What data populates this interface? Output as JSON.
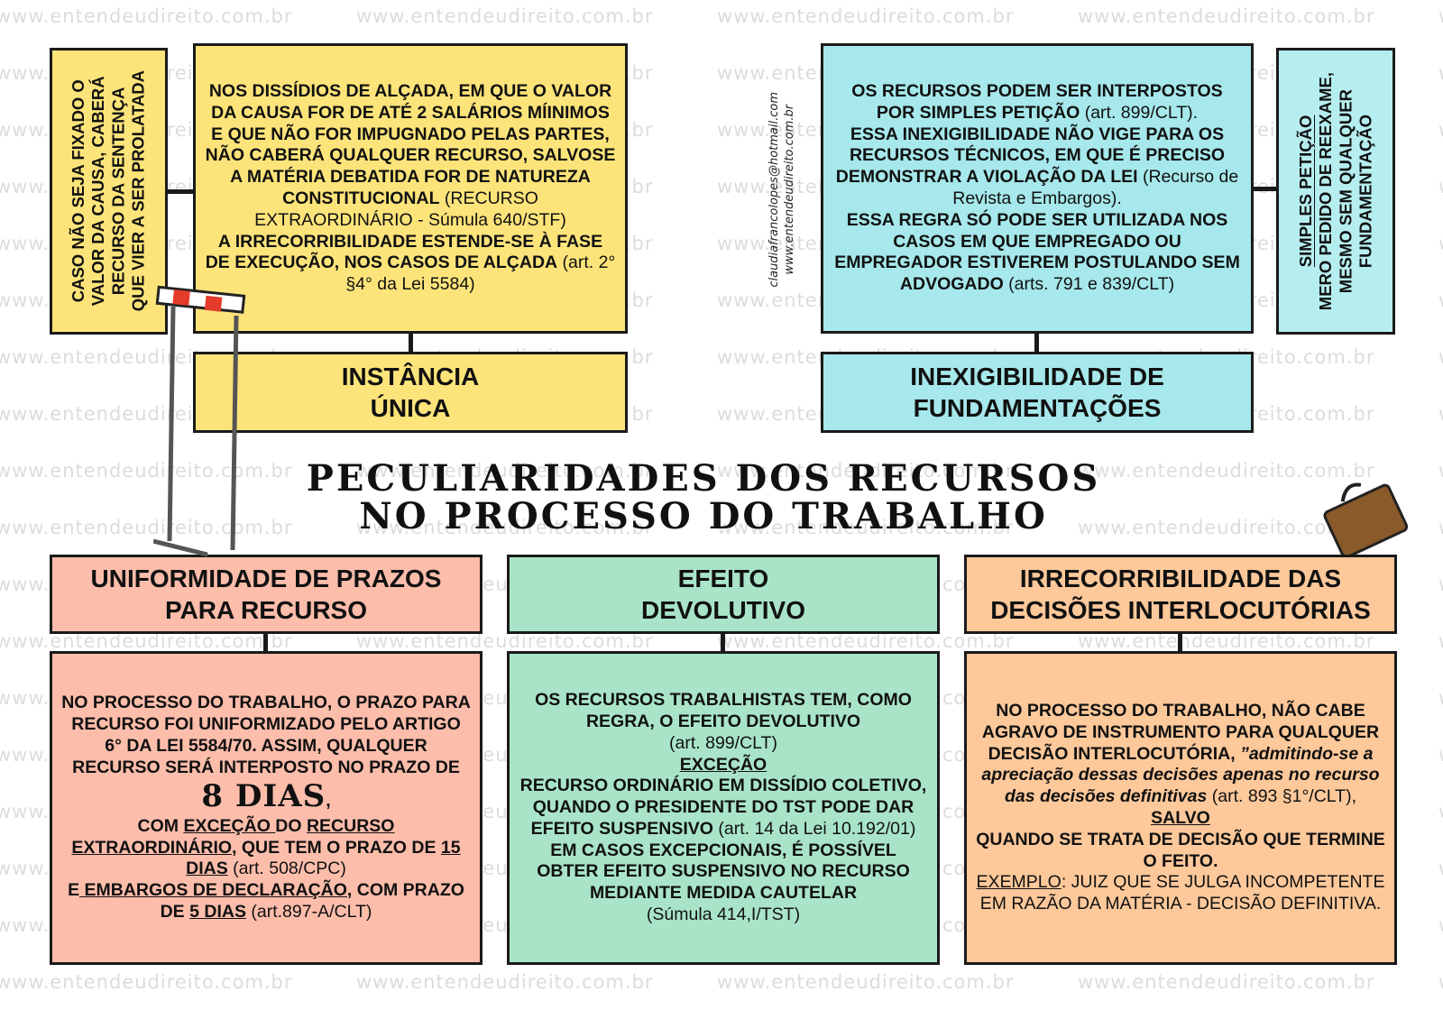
{
  "watermark": "www.entendeudireito.com.br",
  "credits": {
    "email": "claudiafrancolopes@hotmail.com",
    "site": "www.entendeudireito.com.br"
  },
  "main_title": {
    "line1": "PECULIARIDADES DOS RECURSOS",
    "line2": "NO PROCESSO DO TRABALHO"
  },
  "instancia_unica": {
    "side_note": [
      "CASO NÃO SEJA FIXADO O",
      "VALOR DA CAUSA, CABERÁ",
      "RECURSO DA SENTENÇA",
      "QUE VIER A SER PROLATADA"
    ],
    "p1_bold": "NOS DISSÍDIOS DE ALÇADA, EM QUE O VALOR DA CAUSA FOR DE ATÉ 2 SALÁRIOS MÍINIMOS E QUE NÃO FOR IMPUGNADO PELAS PARTES, NÃO CABERÁ QUALQUER RECURSO, SALVOSE A MATÉRIA DEBATIDA FOR DE NATUREZA CONSTITUCIONAL",
    "p1_normal": " (RECURSO EXTRAORDINÁRIO - Súmula 640/STF)",
    "p2_bold": "A IRRECORRIBILIDADE ESTENDE-SE À FASE DE EXECUÇÃO, NOS CASOS DE ALÇADA",
    "p2_normal": " (art. 2° §4° da Lei 5584)",
    "title_line1": "INSTÂNCIA",
    "title_line2": "ÚNICA"
  },
  "inexigibilidade": {
    "p1_bold": "OS RECURSOS PODEM SER INTERPOSTOS POR SIMPLES PETIÇÃO",
    "p1_normal": " (art. 899/CLT).",
    "p2_bold": "ESSA INEXIGIBILIDADE NÃO VIGE PARA OS RECURSOS TÉCNICOS, EM QUE É PRECISO DEMONSTRAR A VIOLAÇÃO DA LEI",
    "p2_normal": " (Recurso de Revista e Embargos).",
    "p3_bold": "ESSA REGRA SÓ PODE SER UTILIZADA NOS CASOS EM QUE EMPREGADO OU EMPREGADOR ESTIVEREM POSTULANDO SEM ADVOGADO",
    "p3_normal": " (arts. 791 e 839/CLT)",
    "side_note_underlined": "SIMPLES PETIÇÃO",
    "side_note": [
      "MERO PEDIDO DE REEXAME,",
      "MESMO SEM QUALQUER",
      "FUNDAMENTAÇÃO"
    ],
    "title_line1": "INEXIGIBILIDADE DE",
    "title_line2": "FUNDAMENTAÇÕES"
  },
  "uniformidade": {
    "title_line1": "UNIFORMIDADE DE PRAZOS",
    "title_line2": "PARA RECURSO",
    "p1": "NO PROCESSO DO TRABALHO, O PRAZO PARA RECURSO FOI UNIFORMIZADO PELO ARTIGO 6° DA LEI 5584/70. ASSIM, QUALQUER RECURSO SERÁ INTERPOSTO NO PRAZO DE",
    "big": "8 DIAS",
    "big_after": ",",
    "p3_a": "COM ",
    "p3_u1": "EXCEÇÃO ",
    "p3_b": "DO ",
    "p3_u2": "RECURSO EXTRAORDINÁRIO",
    "p3_c": ", QUE TEM O PRAZO DE ",
    "p3_u3": "15 DIAS",
    "p3_n1": " (art. 508/CPC)",
    "p4_a": "E",
    "p4_u1": " EMBARGOS DE DECLARAÇÃO",
    "p4_b": ", COM PRAZO DE ",
    "p4_u2": "5 DIAS",
    "p4_n1": " (art.897-A/CLT)"
  },
  "efeito": {
    "title_line1": "EFEITO",
    "title_line2": "DEVOLUTIVO",
    "p1_bold": "OS RECURSOS TRABALHISTAS TEM, COMO REGRA, O EFEITO DEVOLUTIVO",
    "p1_normal": "(art. 899/CLT)",
    "excecao": "EXCEÇÃO",
    "p2_bold": "RECURSO ORDINÁRIO EM DISSÍDIO COLETIVO, QUANDO O PRESIDENTE DO TST PODE DAR EFEITO SUSPENSIVO",
    "p2_normal": " (art. 14 da Lei 10.192/01)",
    "p3_bold": "EM CASOS EXCEPCIONAIS, É POSSÍVEL OBTER EFEITO SUSPENSIVO NO RECURSO MEDIANTE MEDIDA CAUTELAR",
    "p3_normal": "(Súmula 414,I/TST)"
  },
  "irrecorribilidade": {
    "title_line1": "IRRECORRIBILIDADE DAS",
    "title_line2": "DECISÕES INTERLOCUTÓRIAS",
    "p1_bold": "NO PROCESSO DO TRABALHO, NÃO CABE AGRAVO DE INSTRUMENTO PARA QUALQUER DECISÃO INTERLOCUTÓRIA,",
    "p1_italic": " ”admitindo-se a apreciação dessas decisões apenas no recurso das decisões definitivas",
    "p1_normal": " (art. 893 §1°/CLT),",
    "salvo": "SALVO",
    "p2_bold": "QUANDO SE TRATA DE DECISÃO QUE TERMINE O FEITO.",
    "exemplo_label": "EXEMPLO",
    "exemplo_text": ": JUIZ QUE SE JULGA INCOMPETENTE EM RAZÃO DA MATÉRIA - DECISÃO DEFINITIVA."
  },
  "colors": {
    "yellow": "#fde47a",
    "cyan": "#a6e8eb",
    "pink": "#fdbdab",
    "green": "#a9e4c8",
    "orange": "#fdc89a"
  },
  "illustrations": [
    "hurdle-figure",
    "briefcase-figure"
  ]
}
